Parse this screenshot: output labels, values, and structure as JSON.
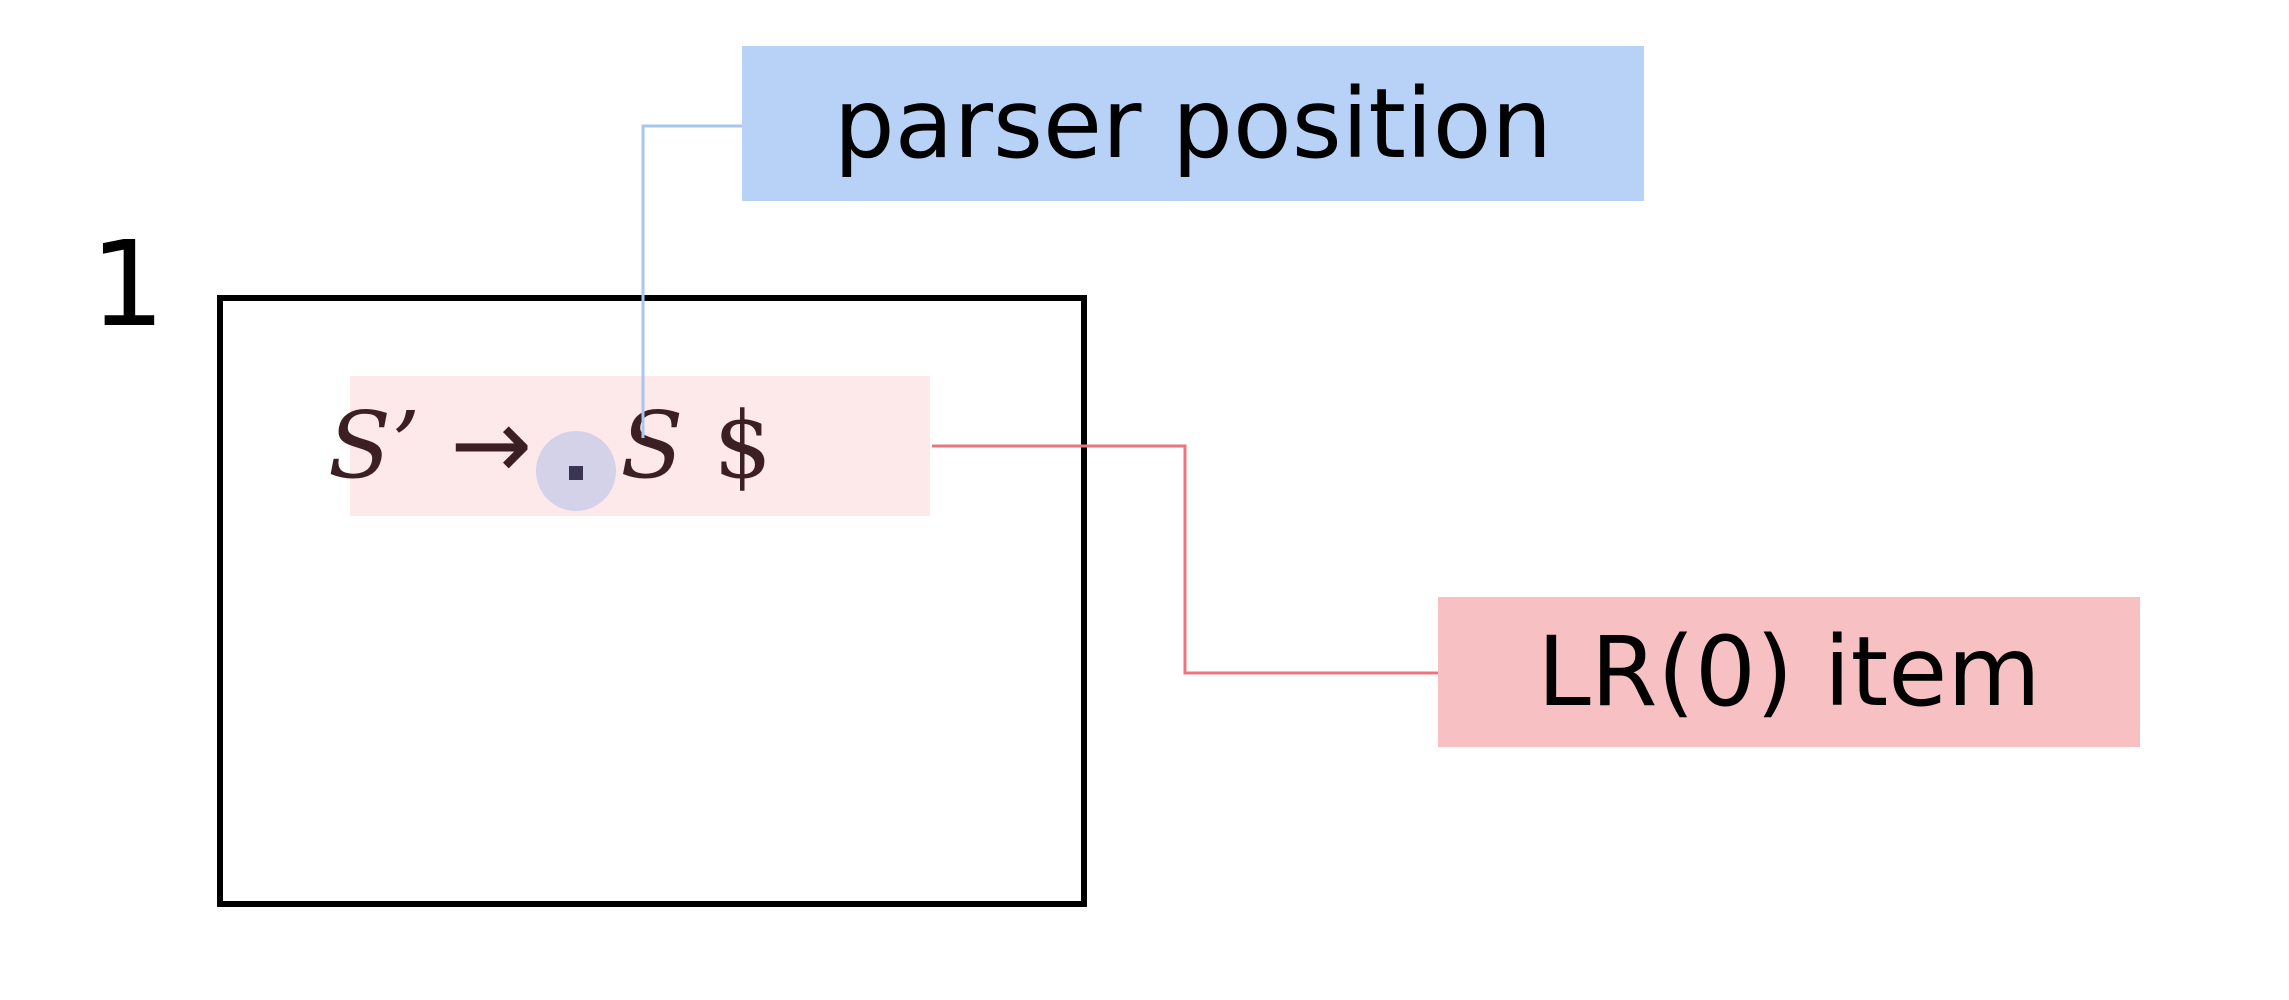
{
  "state": {
    "number": "1"
  },
  "item": {
    "lhs": "S’",
    "arrow": "→",
    "dot": ".",
    "rhs_symbol": "S",
    "end_marker": "$"
  },
  "labels": {
    "parser_position": "parser position",
    "lr0_item": "LR(0) item"
  },
  "colors": {
    "parser_label_bg": "#b8d1f6",
    "item_label_bg": "#f7c1c4",
    "item_highlight_bg": "#fde8ea",
    "dot_highlight": "#d4d2e8",
    "parser_connector": "#a9c6ee",
    "item_connector": "#e9767f"
  }
}
